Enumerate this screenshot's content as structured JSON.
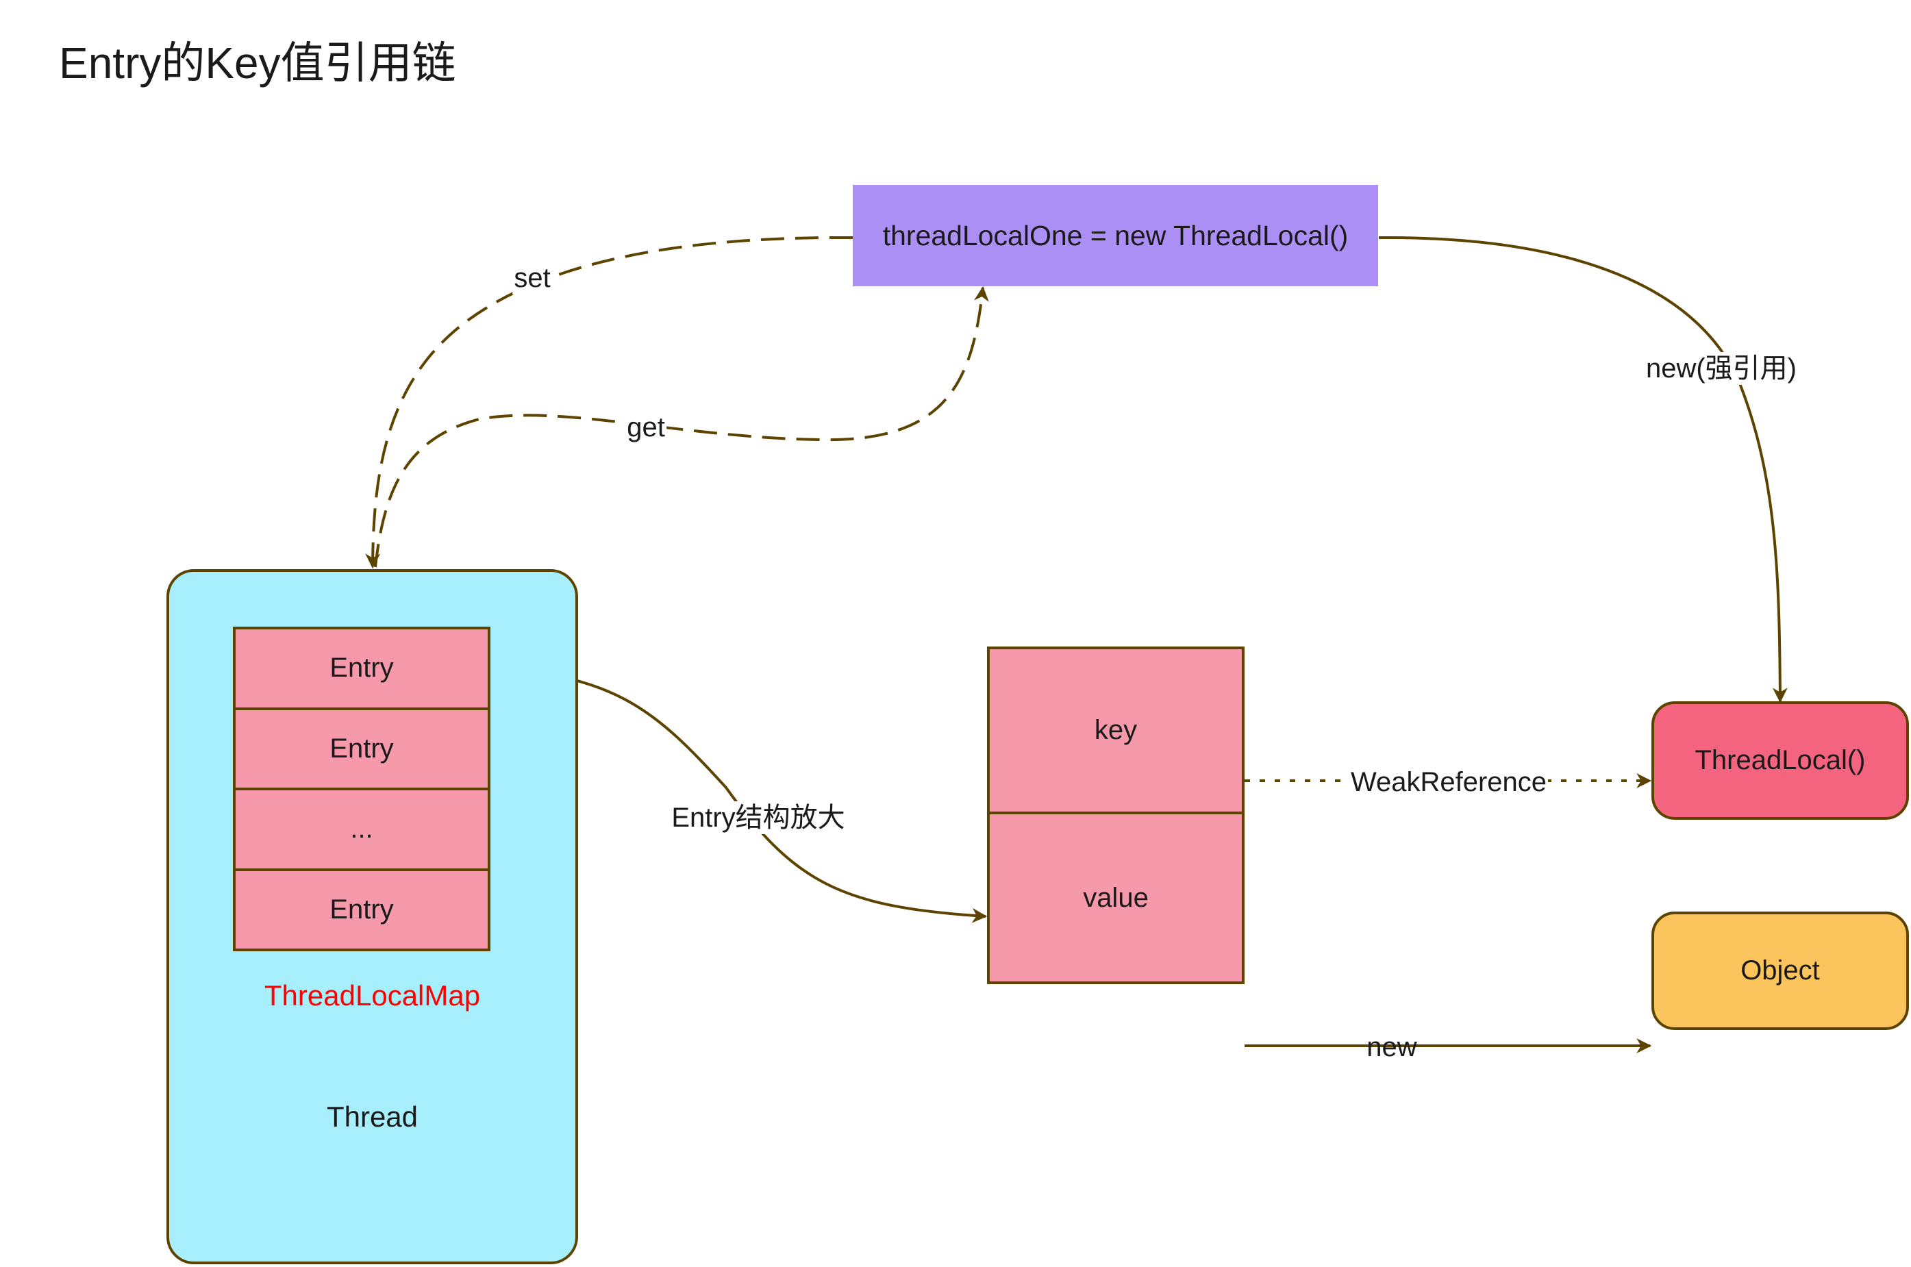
{
  "title": "Entry的Key值引用链",
  "colors": {
    "edge": "#5c4400",
    "variable_box": "#ab8ff5",
    "thread_box": "#a7effc",
    "entry_box": "#f699aa",
    "threadlocal_box": "#f4647f",
    "object_box": "#fcc45c",
    "map_label": "#ff0000"
  },
  "nodes": {
    "threadlocal_variable": "threadLocalOne = new ThreadLocal()",
    "thread": {
      "label": "Thread",
      "map_label": "ThreadLocalMap",
      "entries": [
        "Entry",
        "Entry",
        "...",
        "Entry"
      ]
    },
    "entry_detail": {
      "key": "key",
      "value": "value"
    },
    "threadlocal_instance": "ThreadLocal()",
    "object": "Object"
  },
  "edges": {
    "set": {
      "label": "set",
      "style": "dashed",
      "from": "threadLocalOne = new ThreadLocal()",
      "to": "Thread"
    },
    "get": {
      "label": "get",
      "style": "dashed",
      "from": "Thread",
      "to": "threadLocalOne = new ThreadLocal()"
    },
    "strong_new": {
      "label": "new(强引用)",
      "style": "solid",
      "from": "threadLocalOne = new ThreadLocal()",
      "to": "ThreadLocal()"
    },
    "zoom": {
      "label": "Entry结构放大",
      "style": "solid",
      "from": "Entry",
      "to": "value"
    },
    "weak": {
      "label": "WeakReference",
      "style": "dotted",
      "from": "key",
      "to": "ThreadLocal()"
    },
    "value_new": {
      "label": "new",
      "style": "solid",
      "from": "value",
      "to": "Object"
    }
  }
}
